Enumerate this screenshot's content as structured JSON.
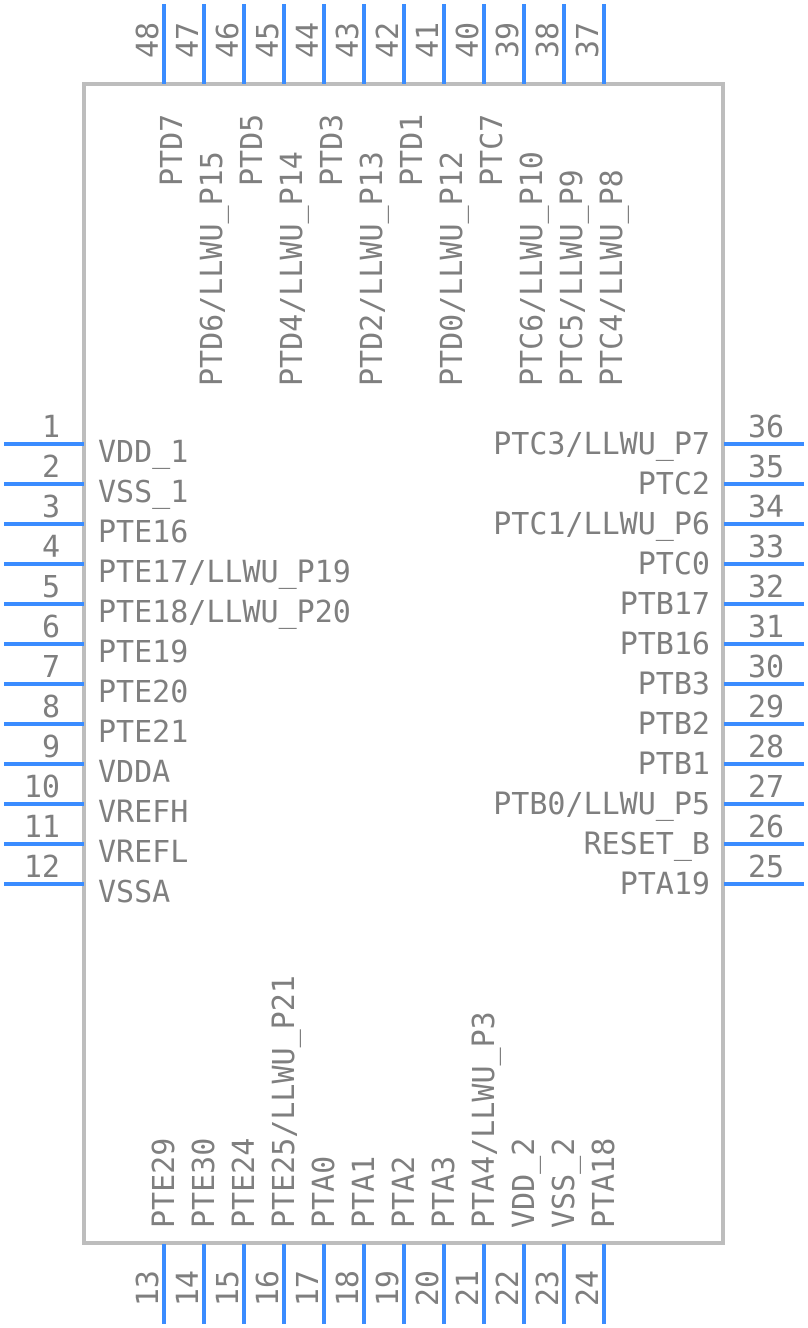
{
  "pins": {
    "left": [
      {
        "num": "1",
        "name": "VDD_1"
      },
      {
        "num": "2",
        "name": "VSS_1"
      },
      {
        "num": "3",
        "name": "PTE16"
      },
      {
        "num": "4",
        "name": "PTE17/LLWU_P19"
      },
      {
        "num": "5",
        "name": "PTE18/LLWU_P20"
      },
      {
        "num": "6",
        "name": "PTE19"
      },
      {
        "num": "7",
        "name": "PTE20"
      },
      {
        "num": "8",
        "name": "PTE21"
      },
      {
        "num": "9",
        "name": "VDDA"
      },
      {
        "num": "10",
        "name": "VREFH"
      },
      {
        "num": "11",
        "name": "VREFL"
      },
      {
        "num": "12",
        "name": "VSSA"
      }
    ],
    "bottom": [
      {
        "num": "13",
        "name": "PTE29"
      },
      {
        "num": "14",
        "name": "PTE30"
      },
      {
        "num": "15",
        "name": "PTE24"
      },
      {
        "num": "16",
        "name": "PTE25/LLWU_P21"
      },
      {
        "num": "17",
        "name": "PTA0"
      },
      {
        "num": "18",
        "name": "PTA1"
      },
      {
        "num": "19",
        "name": "PTA2"
      },
      {
        "num": "20",
        "name": "PTA3"
      },
      {
        "num": "21",
        "name": "PTA4/LLWU_P3"
      },
      {
        "num": "22",
        "name": "VDD_2"
      },
      {
        "num": "23",
        "name": "VSS_2"
      },
      {
        "num": "24",
        "name": "PTA18"
      }
    ],
    "right": [
      {
        "num": "25",
        "name": "PTA19"
      },
      {
        "num": "26",
        "name": "RESET_B"
      },
      {
        "num": "27",
        "name": "PTB0/LLWU_P5"
      },
      {
        "num": "28",
        "name": "PTB1"
      },
      {
        "num": "29",
        "name": "PTB2"
      },
      {
        "num": "30",
        "name": "PTB3"
      },
      {
        "num": "31",
        "name": "PTB16"
      },
      {
        "num": "32",
        "name": "PTB17"
      },
      {
        "num": "33",
        "name": "PTC0"
      },
      {
        "num": "34",
        "name": "PTC1/LLWU_P6"
      },
      {
        "num": "35",
        "name": "PTC2"
      },
      {
        "num": "36",
        "name": "PTC3/LLWU_P7"
      }
    ],
    "top": [
      {
        "num": "37",
        "name": "PTC4/LLWU_P8"
      },
      {
        "num": "38",
        "name": "PTC5/LLWU_P9"
      },
      {
        "num": "39",
        "name": "PTC6/LLWU_P10"
      },
      {
        "num": "40",
        "name": "PTC7"
      },
      {
        "num": "41",
        "name": "PTD0/LLWU_P12"
      },
      {
        "num": "42",
        "name": "PTD1"
      },
      {
        "num": "43",
        "name": "PTD2/LLWU_P13"
      },
      {
        "num": "44",
        "name": "PTD3"
      },
      {
        "num": "45",
        "name": "PTD4/LLWU_P14"
      },
      {
        "num": "46",
        "name": "PTD5"
      },
      {
        "num": "47",
        "name": "PTD6/LLWU_P15"
      },
      {
        "num": "48",
        "name": "PTD7"
      }
    ]
  },
  "colors": {
    "pin_line": "#3a8cff",
    "body_outline": "#bdbdbd",
    "text": "#7f7f7f"
  }
}
